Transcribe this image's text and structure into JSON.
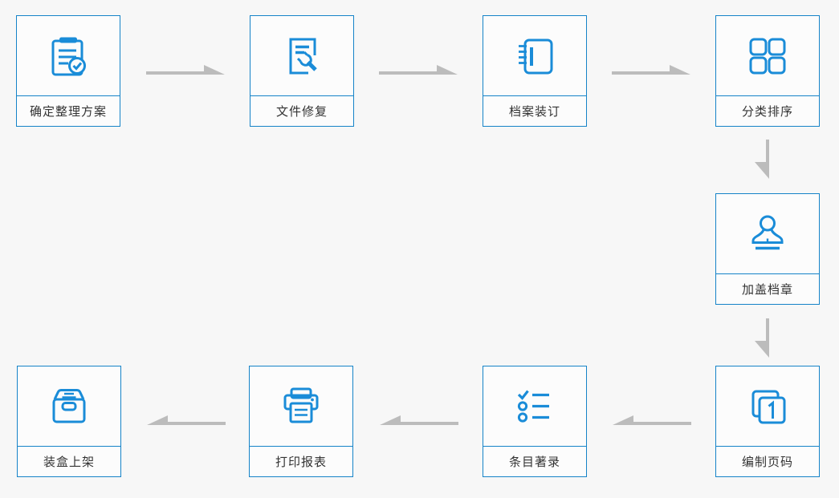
{
  "diagram": {
    "title": "archive-processing-flow",
    "colors": {
      "page_background": "#f7f7f7",
      "box_background": "#fcfcfc",
      "box_border": "#1583c8",
      "icon_blue": "#1a8cd8",
      "arrow_gray": "#bcbcbc",
      "label_text": "#333333"
    },
    "steps": [
      {
        "id": "confirm-plan",
        "label": "确定整理方案",
        "icon": "clipboard-check-icon"
      },
      {
        "id": "file-repair",
        "label": "文件修复",
        "icon": "document-wrench-icon"
      },
      {
        "id": "archive-binding",
        "label": "档案装订",
        "icon": "notebook-binding-icon"
      },
      {
        "id": "classify-sort",
        "label": "分类排序",
        "icon": "grid-squares-icon"
      },
      {
        "id": "stamp-seal",
        "label": "加盖档章",
        "icon": "stamp-icon"
      },
      {
        "id": "page-numbering",
        "label": "编制页码",
        "icon": "pages-number-one-icon"
      },
      {
        "id": "entry-cataloging",
        "label": "条目著录",
        "icon": "checklist-icon"
      },
      {
        "id": "print-report",
        "label": "打印报表",
        "icon": "printer-icon"
      },
      {
        "id": "box-shelving",
        "label": "装盒上架",
        "icon": "archive-box-icon"
      }
    ],
    "flow_order": [
      "确定整理方案",
      "文件修复",
      "档案装订",
      "分类排序",
      "加盖档章",
      "编制页码",
      "条目著录",
      "打印报表",
      "装盒上架"
    ]
  }
}
